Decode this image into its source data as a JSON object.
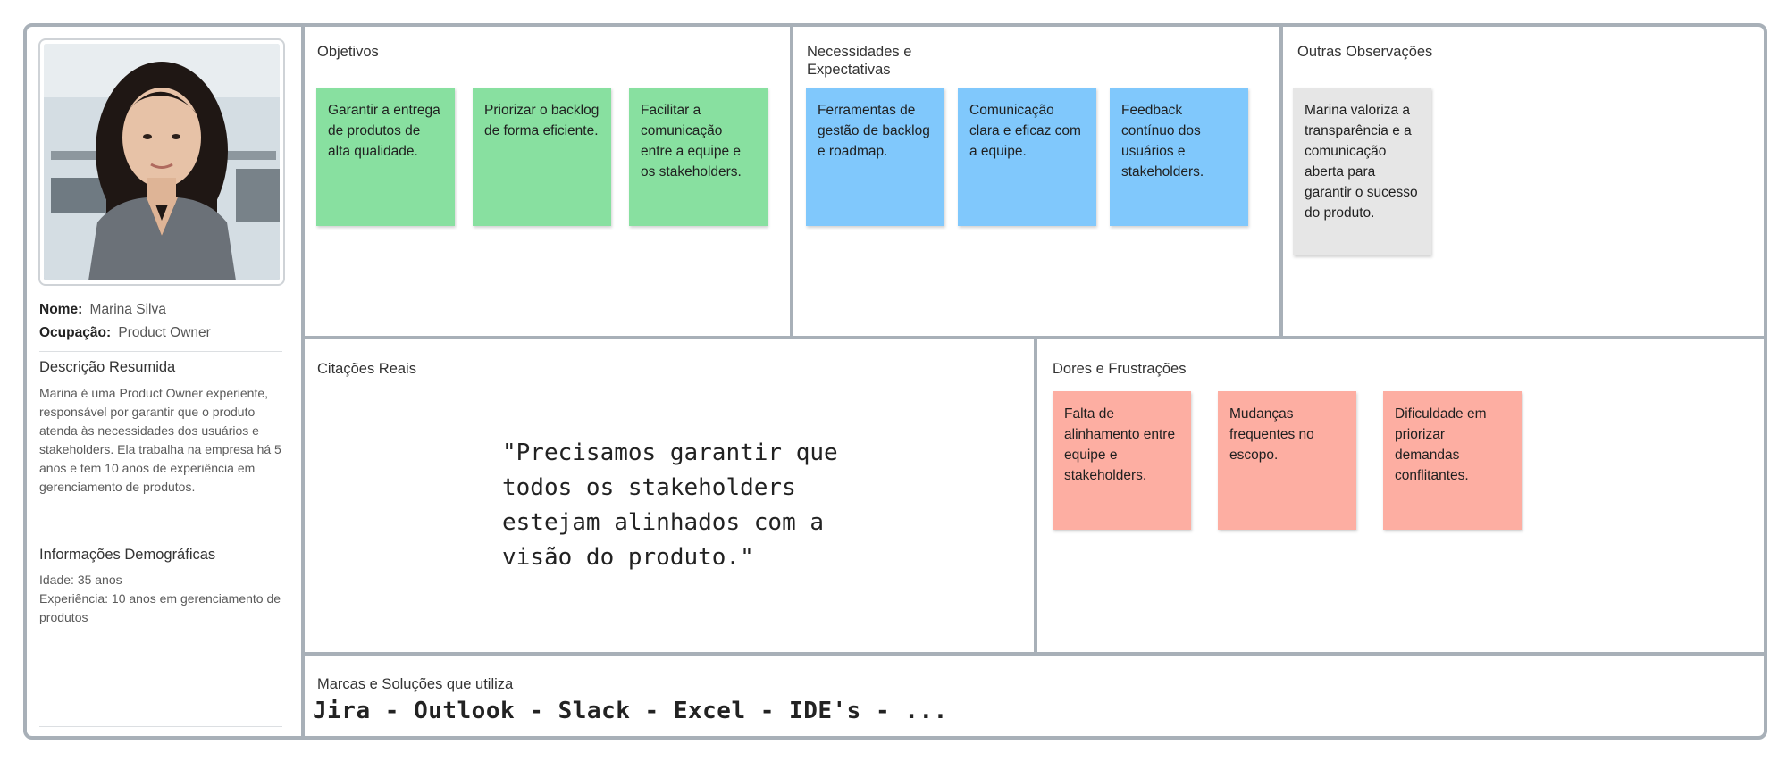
{
  "persona": {
    "name_label": "Nome:",
    "name": "Marina Silva",
    "occupation_label": "Ocupação:",
    "occupation": "Product Owner",
    "summary_heading": "Descrição Resumida",
    "summary": "Marina é uma Product Owner experiente, responsável por garantir que o produto atenda às necessidades dos usuários e stakeholders. Ela trabalha na empresa há 5 anos e tem 10 anos de experiência em gerenciamento de produtos.",
    "demographics_heading": "Informações Demográficas",
    "demographics": [
      "Idade: 35 anos",
      "Experiência: 10 anos em gerenciamento de produtos"
    ]
  },
  "objetivos": {
    "title": "Objetivos",
    "notes": [
      "Garantir a entrega de produtos de alta qualidade.",
      "Priorizar o backlog de forma eficiente.",
      "Facilitar a comunicação entre a equipe e os stakeholders."
    ],
    "color": "#88e0a0"
  },
  "necessidades": {
    "title": "Necessidades e Expectativas",
    "notes": [
      "Ferramentas de gestão de backlog e roadmap.",
      "Comunicação clara e eficaz com a equipe.",
      "Feedback contínuo dos usuários e stakeholders."
    ],
    "color": "#80c8fc"
  },
  "observacoes": {
    "title": "Outras Observações",
    "notes": [
      "Marina valoriza a transparência e a comunicação aberta para garantir o sucesso do produto."
    ],
    "color": "#e6e6e6"
  },
  "citacoes": {
    "title": "Citações Reais",
    "quote": "\"Precisamos garantir que todos os stakeholders estejam alinhados com a visão do produto.\""
  },
  "dores": {
    "title": "Dores e Frustrações",
    "notes": [
      "Falta de alinhamento entre equipe e stakeholders.",
      "Mudanças frequentes no escopo.",
      "Dificuldade em priorizar demandas conflitantes."
    ],
    "color": "#fdaea2"
  },
  "marcas": {
    "title": "Marcas e Soluções que utiliza",
    "list": "Jira - Outlook - Slack - Excel - IDE's - ..."
  },
  "border_color": "#a8b0b8"
}
